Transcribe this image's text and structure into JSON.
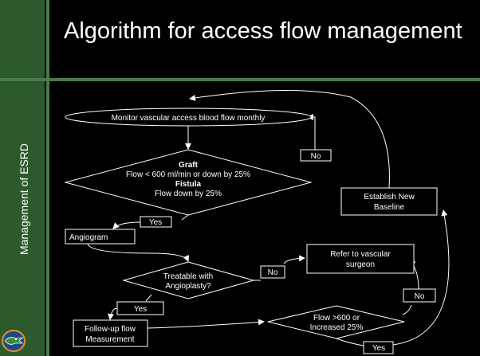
{
  "slide": {
    "title": "Algorithm for access flow management",
    "side_label": "Management of ESRD"
  },
  "diagram": {
    "monitor": "Monitor vascular access blood flow monthly",
    "graft_heading": "Graft",
    "graft_text": "Flow < 600 ml/min or down by 25%",
    "fistula_heading": "Fistula",
    "fistula_text": "Flow down by 25%",
    "yes_1": "Yes",
    "no_1": "No",
    "angiogram": "Angiogram",
    "treatable_line1": "Treatable with",
    "treatable_line2": "Angioplasty?",
    "no_2": "No",
    "refer_line1": "Refer to vascular",
    "refer_line2": "surgeon",
    "yes_2": "Yes",
    "followup_line1": "Follow-up flow",
    "followup_line2": "Measurement",
    "flow_line1": "Flow >600 or",
    "flow_line2": "Increased 25%",
    "no_3": "No",
    "yes_3": "Yes",
    "baseline_line1": "Establish New",
    "baseline_line2": "Baseline"
  },
  "colors": {
    "stripe": "#2d5a2d",
    "divider": "#4a7a4a",
    "background": "#000000",
    "line": "#ffffff"
  }
}
